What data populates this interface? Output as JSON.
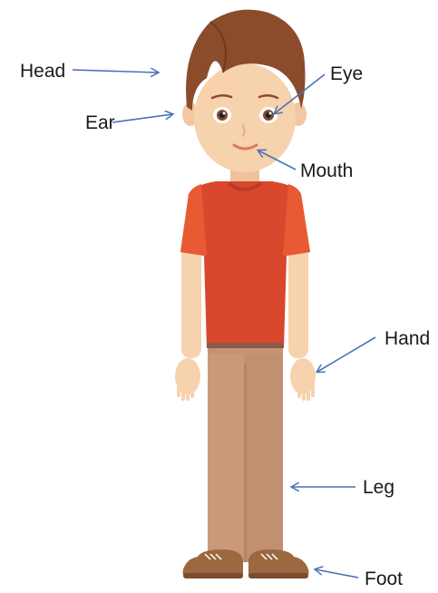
{
  "labels": {
    "head": "Head",
    "ear": "Ear",
    "eye": "Eye",
    "mouth": "Mouth",
    "hand": "Hand",
    "leg": "Leg",
    "foot": "Foot"
  },
  "colors": {
    "arrow": "#4a72b8",
    "hair": "#8b4c2c",
    "skin": "#f6d2ad",
    "shirt": "#d9482c",
    "pants": "#c49470",
    "shoes": "#9c6840",
    "text": "#1a1a1a"
  }
}
